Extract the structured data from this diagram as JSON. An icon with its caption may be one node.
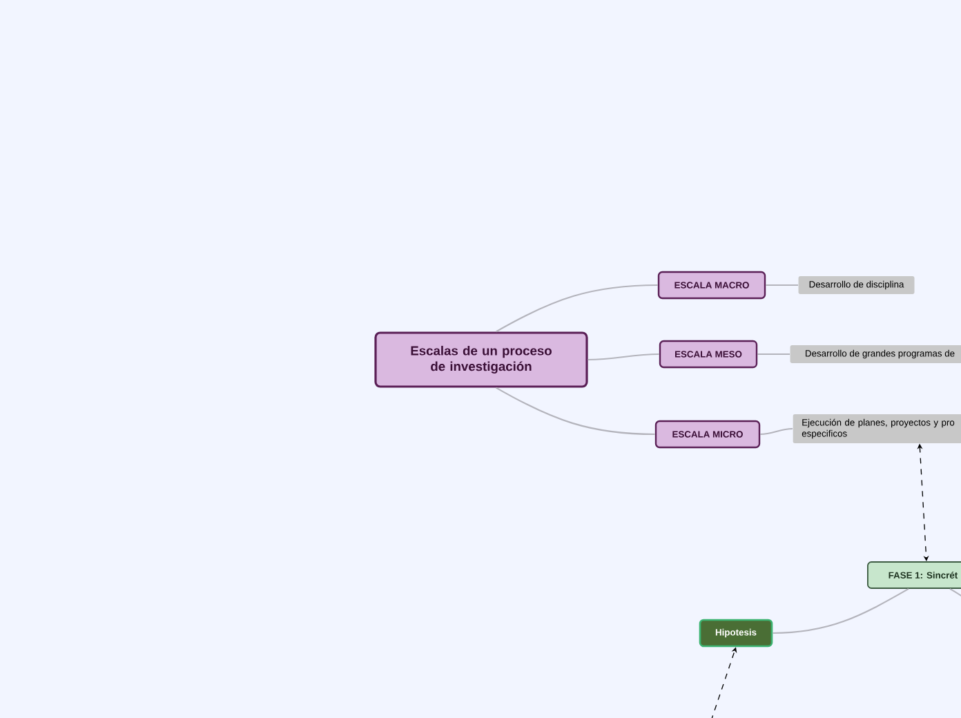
{
  "diagram": {
    "nodes": [
      {
        "text": [
          "Escalas de un proceso de investigación"
        ]
      },
      {
        "text": [
          "ESCALA MACRO"
        ]
      },
      {
        "text": [
          "ESCALA MESO"
        ]
      },
      {
        "text": [
          "ESCALA MICRO"
        ]
      },
      {
        "text": [
          "Desarrollo de disciplina"
        ]
      },
      {
        "text": [
          "Desarrollo de grandes programas de"
        ]
      },
      {
        "text": [
          "Ejecución de planes, proyectos y pro especificos"
        ]
      },
      {
        "text": [
          "FASE 1: Sincrét"
        ]
      },
      {
        "text": [
          "Hipotesis"
        ]
      }
    ],
    "edges": [
      {
        "from": 0,
        "to": 1,
        "arrow": "none"
      },
      {
        "from": 0,
        "to": 2,
        "arrow": "none"
      },
      {
        "from": 0,
        "to": 3,
        "arrow": "none"
      },
      {
        "from": 1,
        "to": 4,
        "arrow": "none"
      },
      {
        "from": 2,
        "to": 5,
        "arrow": "none"
      },
      {
        "from": 3,
        "to": 6,
        "arrow": "none"
      },
      {
        "from": 6,
        "to": 7,
        "arrow": "both",
        "style": "dashed",
        "color": "#000000"
      },
      {
        "from": 7,
        "to": 8,
        "arrow": "none"
      },
      {
        "from": 7,
        "to": null,
        "arrow": "none"
      },
      {
        "from": null,
        "to": 8,
        "arrow": "to",
        "style": "dashed",
        "color": "#000000"
      }
    ]
  }
}
